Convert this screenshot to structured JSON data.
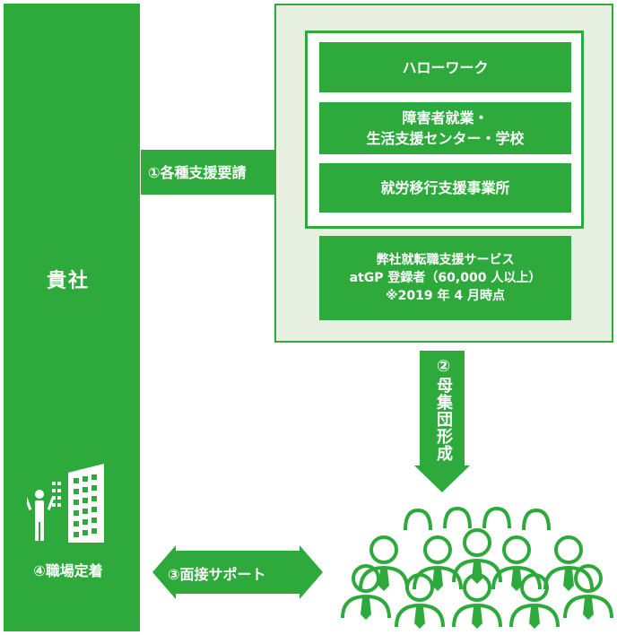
{
  "company": {
    "label": "貴社",
    "step4_label": "④職場定着"
  },
  "arrows": {
    "step1_label": "①各種支援要請",
    "step2_label": "②母集団形成",
    "step3_label": "③面接サポート"
  },
  "support_institutions": [
    {
      "lines": [
        "ハローワーク"
      ]
    },
    {
      "lines": [
        "障害者就業・",
        "生活支援センター・学校"
      ]
    },
    {
      "lines": [
        "就労移行支援事業所"
      ]
    }
  ],
  "service_box": {
    "line1": "弊社就転職支援サービス",
    "line2": "atGP 登録者（60,000 人以上）",
    "line3": "※2019 年 4 月時点"
  },
  "colors": {
    "green": "#2eaa3c",
    "pale_green": "#e6efe0",
    "white": "#ffffff"
  },
  "icons": {
    "building": "building-with-person-icon",
    "people": "people-group-icon"
  }
}
